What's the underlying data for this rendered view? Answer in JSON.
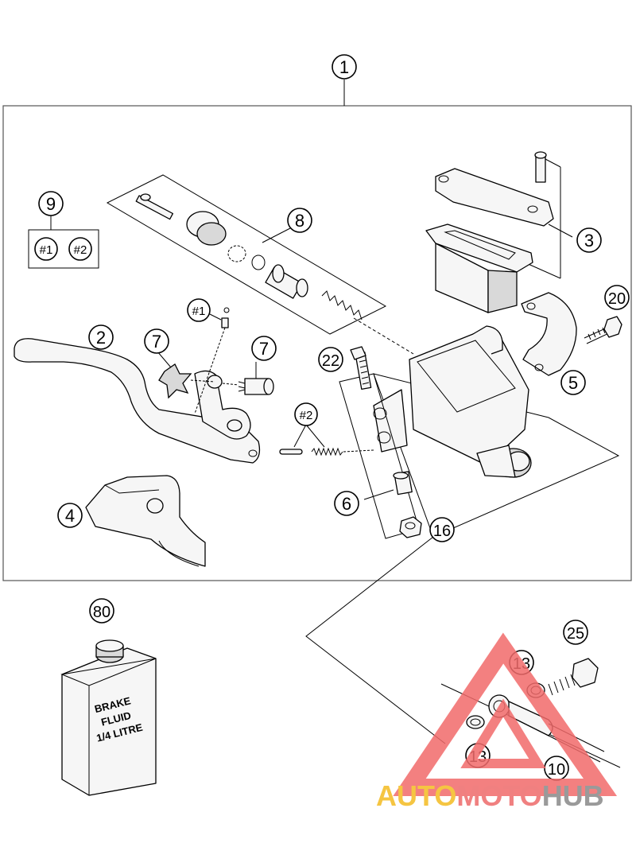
{
  "callouts": {
    "c1": "1",
    "c2": "2",
    "c3": "3",
    "c4": "4",
    "c5": "5",
    "c6": "6",
    "c7a": "7",
    "c7b": "7",
    "c8": "8",
    "c9": "9",
    "c9_sub1": "#1",
    "c9_sub2": "#2",
    "c10": "10",
    "c13a": "13",
    "c13b": "13",
    "c16": "16",
    "c20": "20",
    "c22": "22",
    "c25": "25",
    "c80": "80",
    "kit1": "#1",
    "kit2": "#2"
  },
  "fluid_can": {
    "line1": "BRAKE",
    "line2": "FLUID",
    "line3": "1/4 LITRE"
  },
  "watermark": {
    "part_a": "AUTO",
    "part_b": "MOTO",
    "part_c": "HUB",
    "color_a": "#f5c542",
    "color_b": "#f08080",
    "color_c": "#9a9a9a",
    "triangle_color": "#f26b6b"
  }
}
